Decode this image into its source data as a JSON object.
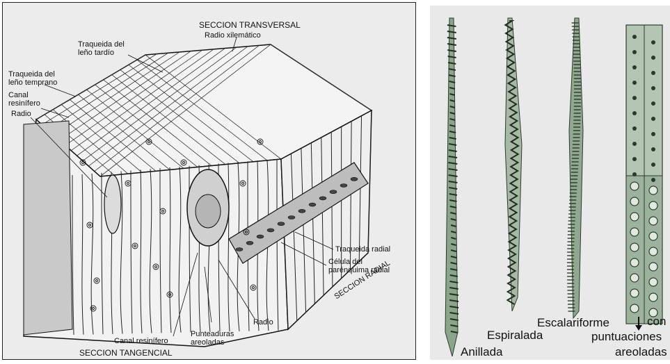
{
  "left_panel": {
    "title_top": "SECCION TRANSVERSAL",
    "title_bottom": "SECCION TANGENCIAL",
    "title_radial": "SECCION RADIAL",
    "labels": {
      "radio_xilematico": "Radio xilemático",
      "traqueida_tardio_1": "Traqueida del",
      "traqueida_tardio_2": "leño tardío",
      "traqueida_temprano_1": "Traqueida del",
      "traqueida_temprano_2": "leño temprano",
      "canal_1": "Canal",
      "canal_2": "resinífero",
      "radio_left": "Radio",
      "traqueida_radial": "Traqueida radial",
      "celula_1": "Célula del",
      "celula_2": "parénquima radial",
      "radio_bottom": "Radio",
      "canal_bottom": "Canal resinífero",
      "punteaduras_1": "Punteaduras",
      "punteaduras_2": "areoladas"
    }
  },
  "right_panel": {
    "labels": {
      "anillada": "Anillada",
      "espiralada": "Espiralada",
      "escalariforme": "Escalariforme",
      "con": "con",
      "puntuaciones": "puntuaciones",
      "areoladas": "areoladas"
    }
  }
}
